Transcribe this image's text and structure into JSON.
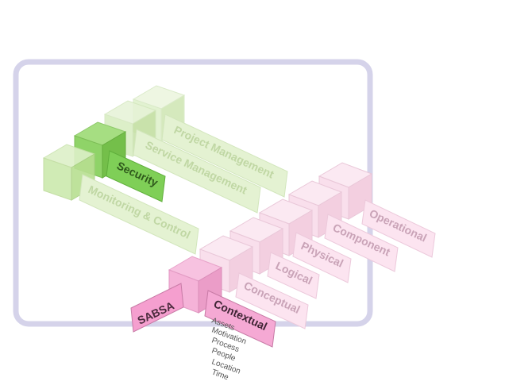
{
  "green_tower": {
    "labels": {
      "project_management": "Project Management",
      "service_management": "Service Management",
      "security": "Security",
      "monitoring_control": "Monitoring & Control"
    }
  },
  "pink_row": {
    "labels": {
      "sabsa": "SABSA",
      "contextual": "Contextual",
      "conceptual": "Conceptual",
      "logical": "Logical",
      "physical": "Physical",
      "component": "Component",
      "operational": "Operational"
    }
  },
  "contextual_list": [
    "Assets",
    "Motivation",
    "Process",
    "People",
    "Location",
    "Time"
  ],
  "colors": {
    "frame": "#d5d3ea",
    "green_strong": "#7fcf57",
    "green_light": "#dff0c8",
    "pink_strong": "#f5a9d4",
    "pink_light": "#fbe3ef"
  }
}
